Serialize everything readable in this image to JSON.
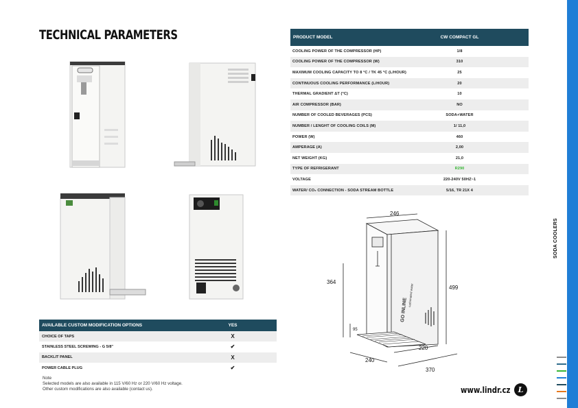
{
  "page": {
    "title": "TECHNICAL PARAMETERS",
    "side_label": "SODA COOLERS",
    "website": "www.lindr.cz",
    "logo_letter": "L"
  },
  "colors": {
    "table_header": "#1f4b5e",
    "side_bar": "#1f7ed6",
    "refrigerant_highlight": "#36b534",
    "tab_colors": [
      "#8a8a8a",
      "#2f6c8c",
      "#36b534",
      "#1f7ed6",
      "#1f4b5e",
      "#e87a1e",
      "#8a8a8a"
    ]
  },
  "params": {
    "header": {
      "model_label": "PRODUCT MODEL",
      "model_value": "CW COMPACT GL"
    },
    "rows": [
      {
        "label": "COOLING POWER OF THE COMPRESSOR (HP)",
        "value": "1/8"
      },
      {
        "label": "COOLING POWER OF THE COMPRESSOR (W)",
        "value": "310"
      },
      {
        "label": "MAXIMUM COOLING CAPACITY TO 8 °C / TK 45 °C (L/HOUR)",
        "value": "25"
      },
      {
        "label": "CONTINUOUS COOLING PERFORMANCE (L/HOUR)",
        "value": "20"
      },
      {
        "label": "THERMAL GRADIENT ΔT (°C)",
        "value": "10"
      },
      {
        "label": "AIR COMPRESSOR (BAR)",
        "value": "NO"
      },
      {
        "label": "NUMBER OF COOLED BEVERAGES (PCS)",
        "value": "SODA+WATER"
      },
      {
        "label": "NUMBER / LENGHT OF COOLING COILS (M)",
        "value": "1/ 11,0"
      },
      {
        "label": "POWER (W)",
        "value": "460"
      },
      {
        "label": "AMPERAGE (A)",
        "value": "2,00"
      },
      {
        "label": "NET WEIGHT (KG)",
        "value": "21,0"
      },
      {
        "label": "TYPE OF REFRIGERANT",
        "value": "R290",
        "highlight": true
      },
      {
        "label": "VOLTAGE",
        "value": "220-240V 50HZ~1"
      },
      {
        "label": "WATER/ CO₂ CONNECTION - SODA STREAM BOTTLE",
        "value": "5/16, TR 21X 4"
      }
    ]
  },
  "options": {
    "header": {
      "label": "AVAILABLE CUSTOM MODIFICATION OPTIONS",
      "value": "YES"
    },
    "rows": [
      {
        "label": "CHOICE OF TAPS",
        "value": "X"
      },
      {
        "label": "STAINLESS STEEL SCREWING - G 5/8\"",
        "value": "✔"
      },
      {
        "label": "BACKLIT PANEL",
        "value": "X"
      },
      {
        "label": "POWER CABLE PLUG",
        "value": "✔"
      }
    ]
  },
  "note": {
    "title": "Note",
    "line1": "Selected models are also available in 115 V/60 Hz or 220 V/60 Hz voltage.",
    "line2": "Other custom modifications are also available (contact us)."
  },
  "drawing": {
    "dim_top": "246",
    "dim_height": "499",
    "dim_tap": "364",
    "dim_tray": "95",
    "dim_depth_front": "240",
    "dim_width_side": "220",
    "dim_depth_total": "370",
    "brand_text": "GO INLINE",
    "sub_text": "carbonated water"
  }
}
